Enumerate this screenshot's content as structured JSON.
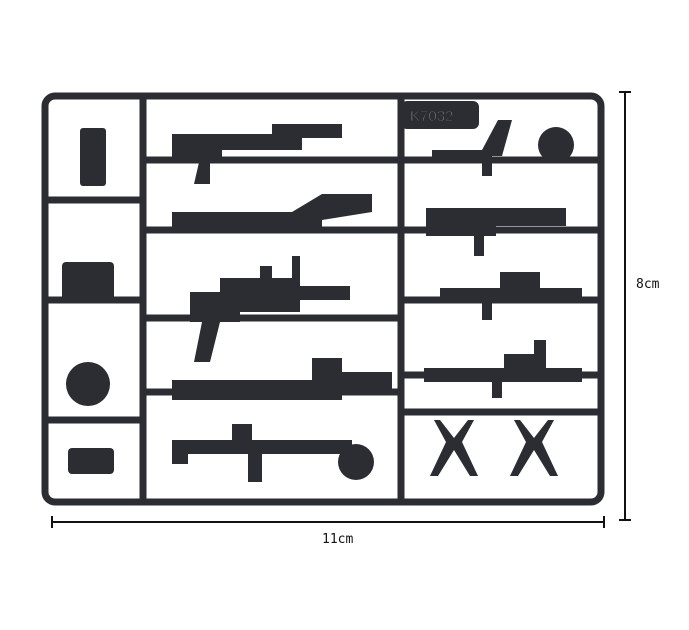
{
  "product": {
    "code_label": "K7032",
    "width_label": "11cm",
    "height_label": "8cm"
  },
  "colors": {
    "plastic": "#2b2d33",
    "background": "#ffffff",
    "dimension_line": "#111111"
  }
}
